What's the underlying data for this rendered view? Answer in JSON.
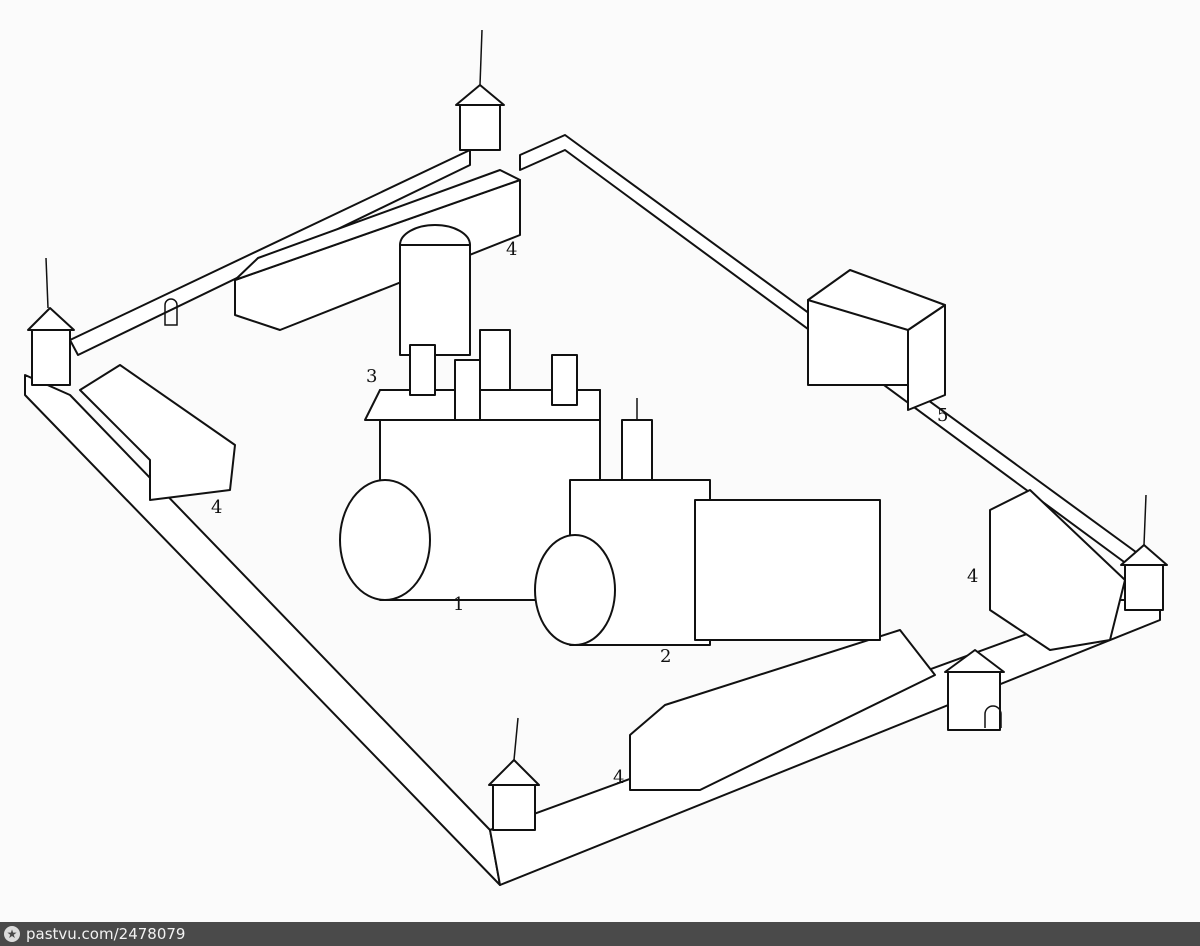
{
  "labels": {
    "church_main": "1",
    "church_second": "2",
    "bell_tower": "3",
    "building_top": "4",
    "building_left": "4",
    "building_right": "4",
    "building_bottom": "4",
    "building_right_top": "5"
  },
  "footer": {
    "icon": "star-icon",
    "source": "pastvu.com/2478079"
  }
}
